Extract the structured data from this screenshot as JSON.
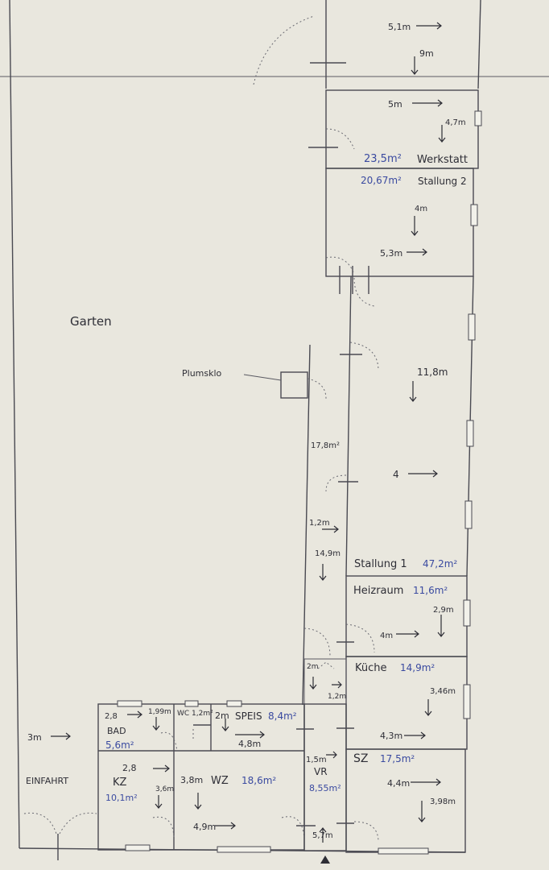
{
  "colors": {
    "paper": "#e9e7de",
    "ink": "#2e2e36",
    "blue_ink": "#3a4aa0"
  },
  "labels": {
    "garten": "Garten",
    "plumsklo": "Plumsklo",
    "einfahrt": "EINFAHRT",
    "einfahrt_dim": "3m",
    "top_w": "5,1m",
    "top_h": "9m",
    "werkstatt_w": "5m",
    "werkstatt_h": "4,7m",
    "werkstatt_area": "23,5m²",
    "werkstatt_name": "Werkstatt",
    "stallung2_area": "20,67m²",
    "stallung2_name": "Stallung 2",
    "stallung2_h": "4m",
    "stallung2_w": "5,3m",
    "stallung1_h": "11,8m",
    "stallung1_w": "4",
    "stallung1_name": "Stallung 1",
    "stallung1_area": "47,2m²",
    "gang_area": "17,8m²",
    "gang_w": "1,2m",
    "gang_h": "14,9m",
    "heizraum_name": "Heizraum",
    "heizraum_area": "11,6m²",
    "heizraum_h": "2,9m",
    "heizraum_w": "4m",
    "kueche_name": "Küche",
    "kueche_area": "14,9m²",
    "kueche_h": "3,46m",
    "kueche_w": "4,3m",
    "small_h": "2m",
    "small_w": "1,2m",
    "sz_name": "SZ",
    "sz_area": "17,5m²",
    "sz_w": "4,4m",
    "sz_h": "3,98m",
    "vr_name": "VR",
    "vr_area": "8,55m²",
    "vr_w": "1,5m",
    "vr_h": "5,7m",
    "bad_w": "2,8",
    "bad_name": "BAD",
    "bad_area": "5,6m²",
    "bad_h": "1,99m",
    "wc_label": "WC 1,2m²",
    "speis_w": "2m",
    "speis_name": "SPEIS",
    "speis_area": "8,4m²",
    "speis_h": "4,8m",
    "kz_w": "2,8",
    "kz_name": "KZ",
    "kz_area": "10,1m²",
    "kz_h": "3,6m",
    "wz_h": "3,8m",
    "wz_name": "WZ",
    "wz_area": "18,6m²",
    "wz_w": "4,9m"
  }
}
